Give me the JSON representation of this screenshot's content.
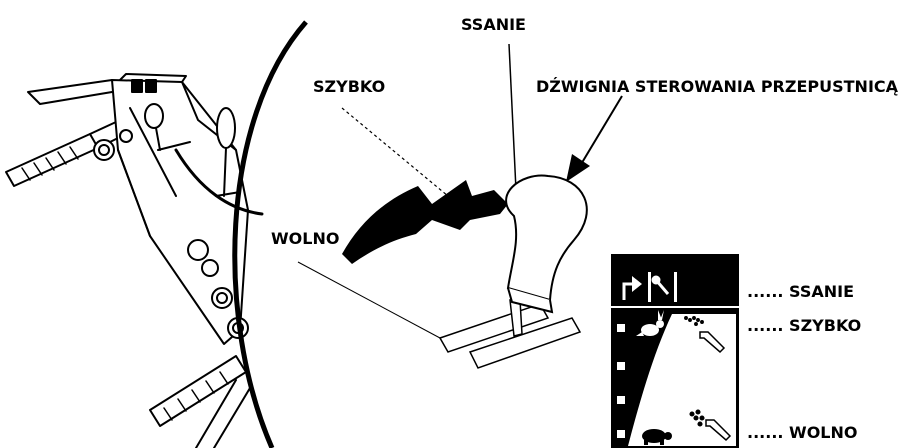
{
  "labels": {
    "top_choke": "SSANIE",
    "fast_left": "SZYBKO",
    "throttle_lever": "DŹWIGNIA STEROWANIA PRZEPUSTNICĄ",
    "slow_left": "WOLNO"
  },
  "panel_legend": {
    "choke": "...... SSANIE",
    "fast": "...... SZYBKO",
    "slow": "...... WOLNO"
  },
  "icons": [
    "choke-arrow-icon",
    "throttle-lever-icon",
    "rabbit-icon",
    "turtle-icon",
    "fuel-spray-fast-icon",
    "fuel-spray-slow-icon"
  ],
  "colors": {
    "ink": "#000000",
    "paper": "#ffffff"
  }
}
